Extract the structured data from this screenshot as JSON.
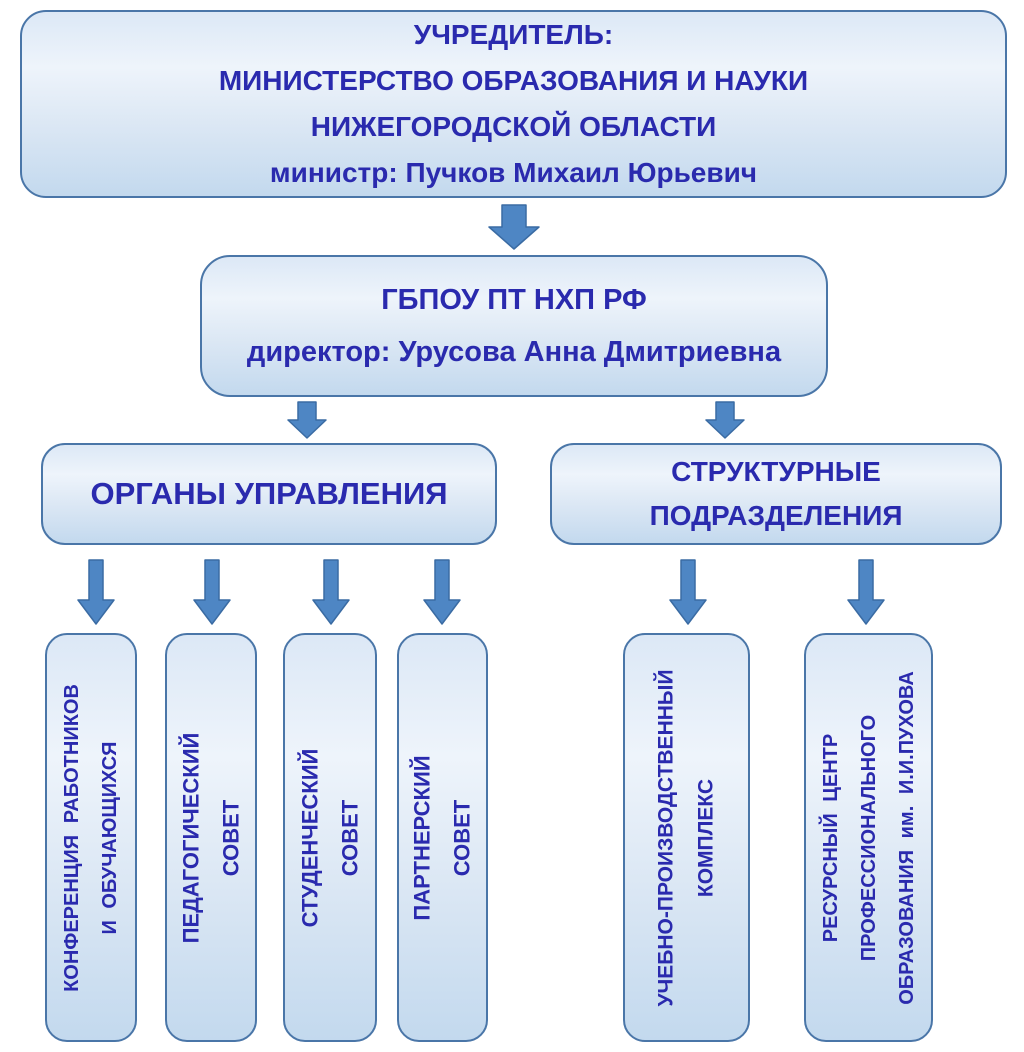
{
  "colors": {
    "text": "#2a2aae",
    "box_border": "#4a76a8",
    "box_gradient_top": "#dce8f6",
    "box_gradient_bottom": "#c3d9ee",
    "arrow_fill": "#4e86c4",
    "arrow_stroke": "#3a6ba3",
    "background": "#ffffff"
  },
  "icons": {
    "connector": "down-arrow-icon"
  },
  "org_chart": {
    "founder": {
      "lines": [
        "УЧРЕДИТЕЛЬ:",
        "МИНИСТЕРСТВО ОБРАЗОВАНИЯ И НАУКИ",
        "НИЖЕГОРОДСКОЙ ОБЛАСТИ",
        "министр: Пучков Михаил Юрьевич"
      ]
    },
    "institution": {
      "lines": [
        "ГБПОУ ПТ НХП РФ",
        "директор: Урусова Анна Дмитриевна"
      ]
    },
    "management_branch": {
      "label": "ОРГАНЫ УПРАВЛЕНИЯ"
    },
    "structural_branch": {
      "lines": [
        "СТРУКТУРНЫЕ",
        "ПОДРАЗДЕЛЕНИЯ"
      ]
    },
    "management_units": [
      {
        "lines": [
          "КОНФЕРЕНЦИЯ  РАБОТНИКОВ",
          "И  ОБУЧАЮЩИХСЯ"
        ]
      },
      {
        "lines": [
          "ПЕДАГОГИЧЕСКИЙ",
          "СОВЕТ"
        ]
      },
      {
        "lines": [
          "СТУДЕНЧЕСКИЙ",
          "СОВЕТ"
        ]
      },
      {
        "lines": [
          "ПАРТНЕРСКИЙ",
          "СОВЕТ"
        ]
      }
    ],
    "structural_units": [
      {
        "lines": [
          "УЧЕБНО-ПРОИЗВОДСТВЕННЫЙ",
          "КОМПЛЕКС"
        ]
      },
      {
        "lines": [
          "РЕСУРСНЫЙ  ЦЕНТР",
          "ПРОФЕССИОНАЛЬНОГО",
          "ОБРАЗОВАНИЯ им. И.И.ПУХОВА"
        ]
      }
    ]
  }
}
